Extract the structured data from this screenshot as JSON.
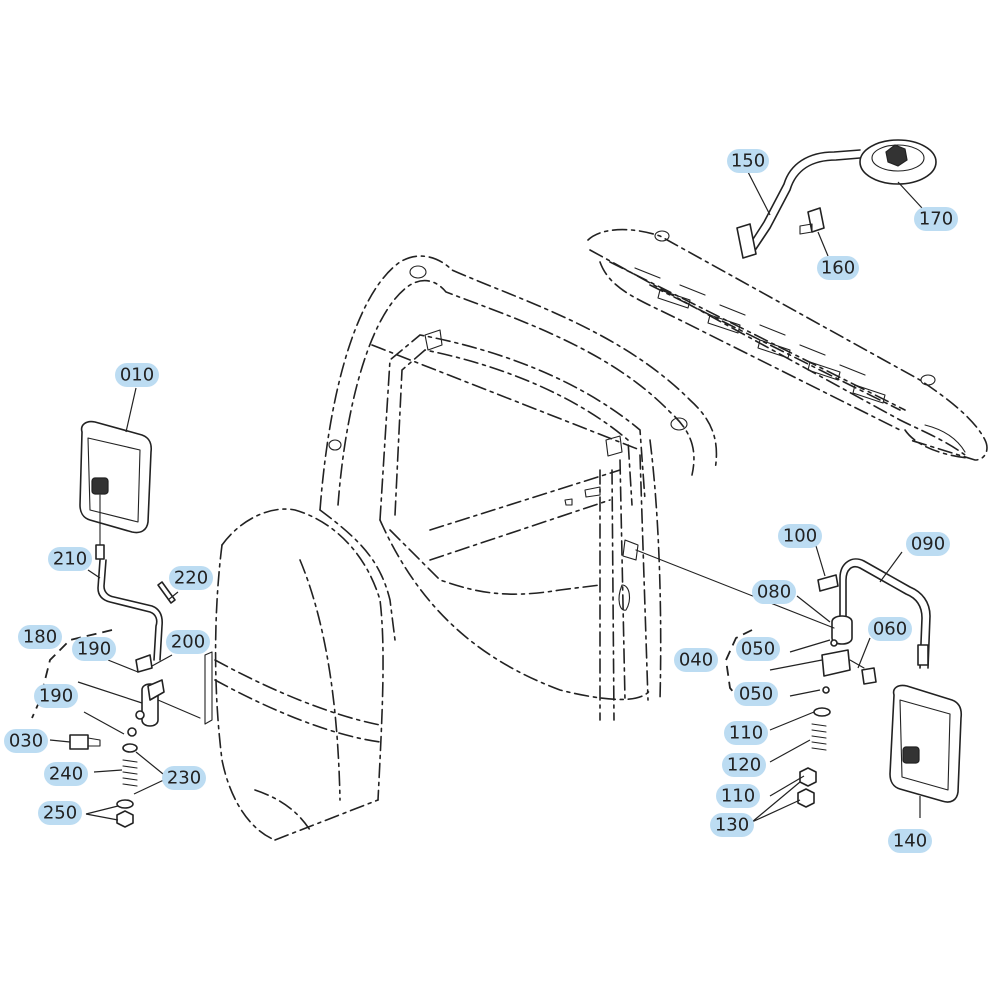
{
  "diagram": {
    "colors": {
      "line": "#222222",
      "callout_highlight": "#bcdcf2",
      "background": "#ffffff"
    },
    "callouts": [
      {
        "id": "c-150",
        "label": "150"
      },
      {
        "id": "c-170",
        "label": "170"
      },
      {
        "id": "c-160",
        "label": "160"
      },
      {
        "id": "c-010",
        "label": "010"
      },
      {
        "id": "c-210",
        "label": "210"
      },
      {
        "id": "c-220",
        "label": "220"
      },
      {
        "id": "c-180",
        "label": "180"
      },
      {
        "id": "c-190a",
        "label": "190"
      },
      {
        "id": "c-200",
        "label": "200"
      },
      {
        "id": "c-190b",
        "label": "190"
      },
      {
        "id": "c-030",
        "label": "030"
      },
      {
        "id": "c-240",
        "label": "240"
      },
      {
        "id": "c-230",
        "label": "230"
      },
      {
        "id": "c-250",
        "label": "250"
      },
      {
        "id": "c-100",
        "label": "100"
      },
      {
        "id": "c-090",
        "label": "090"
      },
      {
        "id": "c-080",
        "label": "080"
      },
      {
        "id": "c-060",
        "label": "060"
      },
      {
        "id": "c-040",
        "label": "040"
      },
      {
        "id": "c-050a",
        "label": "050"
      },
      {
        "id": "c-050b",
        "label": "050"
      },
      {
        "id": "c-110a",
        "label": "110"
      },
      {
        "id": "c-120",
        "label": "120"
      },
      {
        "id": "c-110b",
        "label": "110"
      },
      {
        "id": "c-130",
        "label": "130"
      },
      {
        "id": "c-140",
        "label": "140"
      }
    ]
  }
}
